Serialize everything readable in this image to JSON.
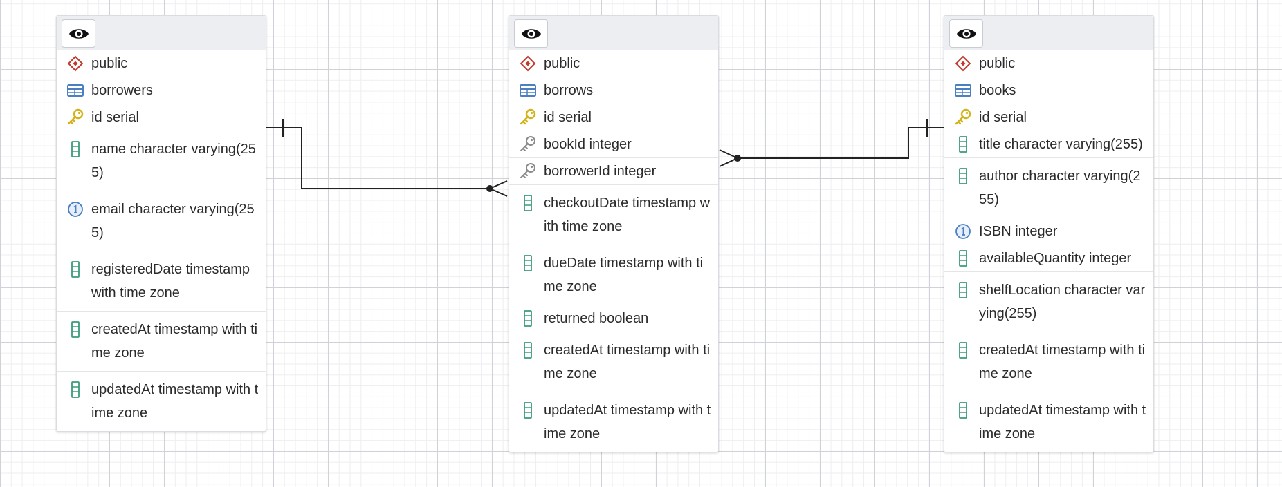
{
  "tables": [
    {
      "schema": "public",
      "name": "borrowers",
      "columns": [
        {
          "text": "id serial",
          "icon": "primary-key-icon"
        },
        {
          "text": "name character varying(255)",
          "icon": "column-icon"
        },
        {
          "text": "email character varying(255)",
          "icon": "unique-icon"
        },
        {
          "text": "registeredDate timestamp with time zone",
          "icon": "column-icon"
        },
        {
          "text": "createdAt timestamp with time zone",
          "icon": "column-icon"
        },
        {
          "text": "updatedAt timestamp with time zone",
          "icon": "column-icon"
        }
      ]
    },
    {
      "schema": "public",
      "name": "borrows",
      "columns": [
        {
          "text": "id serial",
          "icon": "primary-key-icon"
        },
        {
          "text": "bookId integer",
          "icon": "foreign-key-icon"
        },
        {
          "text": "borrowerId integer",
          "icon": "foreign-key-icon"
        },
        {
          "text": "checkoutDate timestamp with time zone",
          "icon": "column-icon"
        },
        {
          "text": "dueDate timestamp with time zone",
          "icon": "column-icon"
        },
        {
          "text": "returned boolean",
          "icon": "column-icon"
        },
        {
          "text": "createdAt timestamp with time zone",
          "icon": "column-icon"
        },
        {
          "text": "updatedAt timestamp with time zone",
          "icon": "column-icon"
        }
      ]
    },
    {
      "schema": "public",
      "name": "books",
      "columns": [
        {
          "text": "id serial",
          "icon": "primary-key-icon"
        },
        {
          "text": "title character varying(255)",
          "icon": "column-icon"
        },
        {
          "text": "author character varying(255)",
          "icon": "column-icon"
        },
        {
          "text": "ISBN integer",
          "icon": "unique-icon"
        },
        {
          "text": "availableQuantity integer",
          "icon": "column-icon"
        },
        {
          "text": "shelfLocation character varying(255)",
          "icon": "column-icon"
        },
        {
          "text": "createdAt timestamp with time zone",
          "icon": "column-icon"
        },
        {
          "text": "updatedAt timestamp with time zone",
          "icon": "column-icon"
        }
      ]
    }
  ],
  "colors": {
    "schema_icon": "#c0392b",
    "table_icon": "#4a7fc1",
    "primary_key_icon": "#d4b21c",
    "foreign_key_icon": "#8a8a8a",
    "column_icon": "#3a9a7a",
    "unique_icon": "#4a7fc1",
    "edge": "#222222"
  }
}
